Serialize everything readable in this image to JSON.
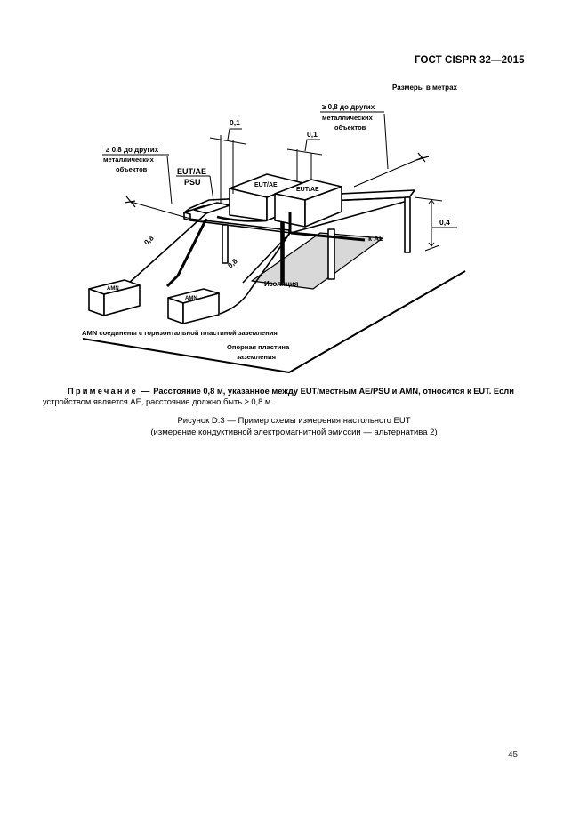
{
  "header": {
    "standard": "ГОСТ CISPR 32—2015"
  },
  "figure": {
    "units_note": "Размеры в метрах",
    "labels": {
      "dist_other_metal_left_line1": "≥ 0,8 до других",
      "dist_other_metal_left_line2": "металлических",
      "dist_other_metal_left_line3": "объектов",
      "dist_other_metal_right_line1": "≥ 0,8 до других",
      "dist_other_metal_right_line2": "металлических",
      "dist_other_metal_right_line3": "объектов",
      "eut_ae_psu_top": "EUT/AE",
      "eut_ae_psu_bottom": "PSU",
      "eut_ae_box1": "EUT/AE",
      "eut_ae_box2": "EUT/AE",
      "dim_01_left": "0,1",
      "dim_01_right": "0,1",
      "dim_04": "0,4",
      "dim_08_left": "0,8",
      "dim_08_right": "0,8",
      "amn_left": "AMN",
      "amn_right": "AMN",
      "to_ae": "к AE",
      "insulation": "Изоляция",
      "amn_bonded": "AMN соединены с горизонтальной пластиной заземления",
      "ground_plane_line1": "Опорная пластина",
      "ground_plane_line2": "заземления"
    }
  },
  "note": {
    "head": "Примечание",
    "dash": "—",
    "bold_text": "Расстояние 0,8 м, указанное между EUT/местным AE/PSU и AMN, относится к EUT. Если",
    "text": "устройством является AE, расстояние должно быть ≥ 0,8 м."
  },
  "caption": {
    "line1": "Рисунок D.3 — Пример схемы измерения настольного EUT",
    "line2": "(измерение кондуктивной электромагнитной эмиссии — альтернатива 2)"
  },
  "page_number": "45"
}
